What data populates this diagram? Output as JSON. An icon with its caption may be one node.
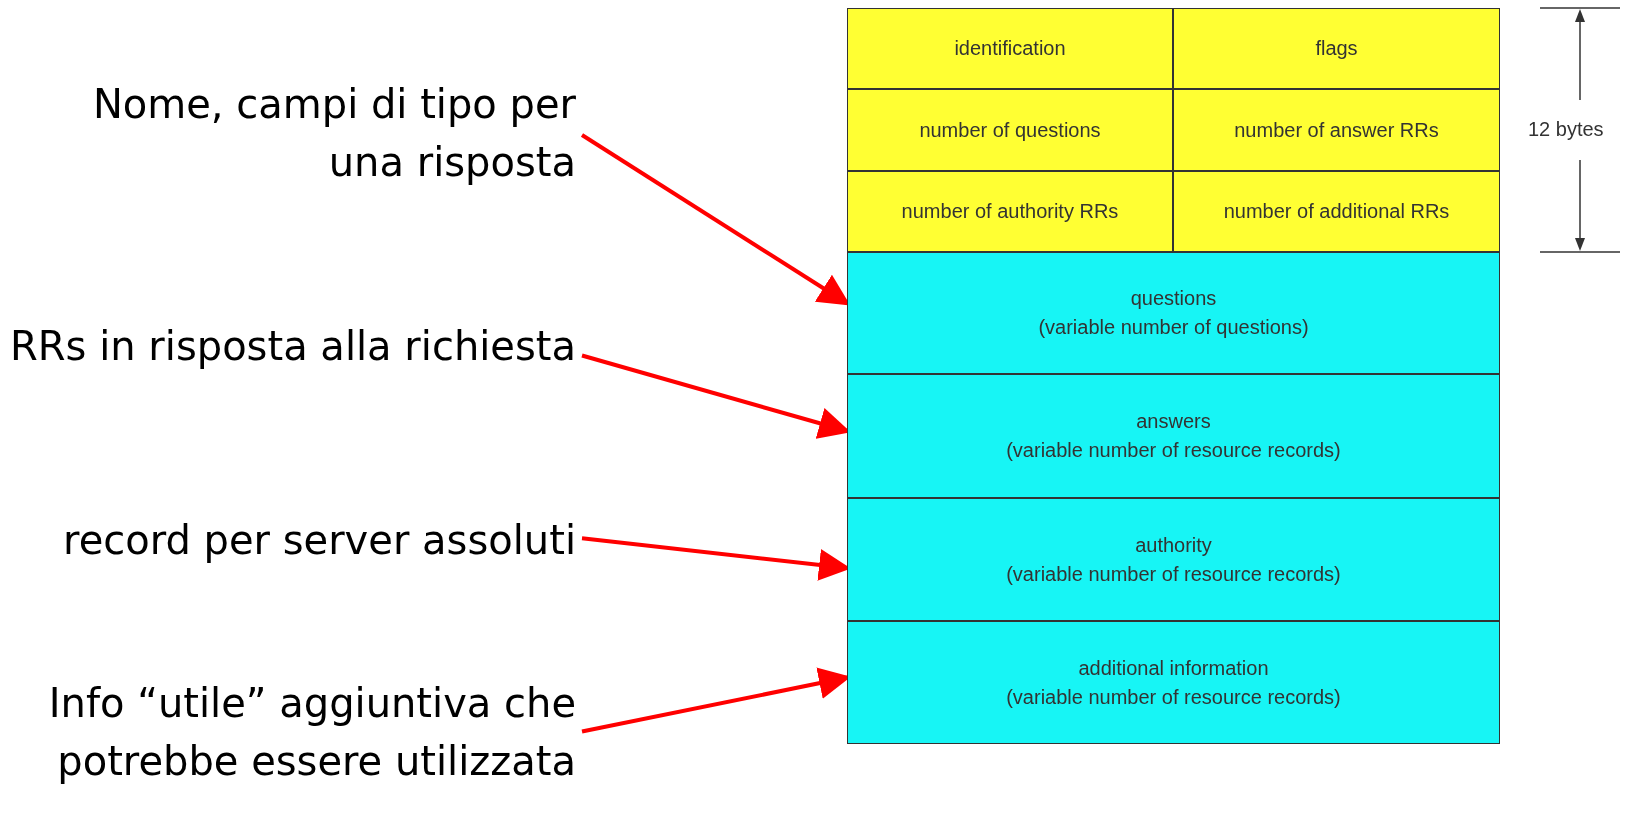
{
  "diagram": {
    "nodes": [
      {
        "text": [
          "identification"
        ]
      },
      {
        "text": [
          "flags"
        ]
      },
      {
        "text": [
          "number of questions"
        ]
      },
      {
        "text": [
          "number of answer RRs"
        ]
      },
      {
        "text": [
          "number of authority RRs"
        ]
      },
      {
        "text": [
          "number of additional RRs"
        ]
      },
      {
        "text": [
          "questions",
          "(variable number of questions)"
        ]
      },
      {
        "text": [
          "answers",
          "(variable number of resource records)"
        ]
      },
      {
        "text": [
          "authority",
          "(variable number of resource records)"
        ]
      },
      {
        "text": [
          "additional information",
          "(variable number of resource records)"
        ]
      },
      {
        "text": [
          "Nome, campi di tipo per una risposta"
        ]
      },
      {
        "text": [
          "RRs in risposta alla richiesta"
        ]
      },
      {
        "text": [
          "record per server assoluti"
        ]
      },
      {
        "text": [
          "Info “utile” aggiuntiva che potrebbe essere utilizzata"
        ]
      }
    ],
    "edges": [
      {
        "from": 10,
        "to": 6,
        "arrow": "to",
        "color": "#ff0000"
      },
      {
        "from": 11,
        "to": 7,
        "arrow": "to",
        "color": "#ff0000"
      },
      {
        "from": 12,
        "to": 8,
        "arrow": "to",
        "color": "#ff0000"
      },
      {
        "from": 13,
        "to": 9,
        "arrow": "to",
        "color": "#ff0000"
      }
    ],
    "labels": [
      "12 bytes"
    ]
  }
}
